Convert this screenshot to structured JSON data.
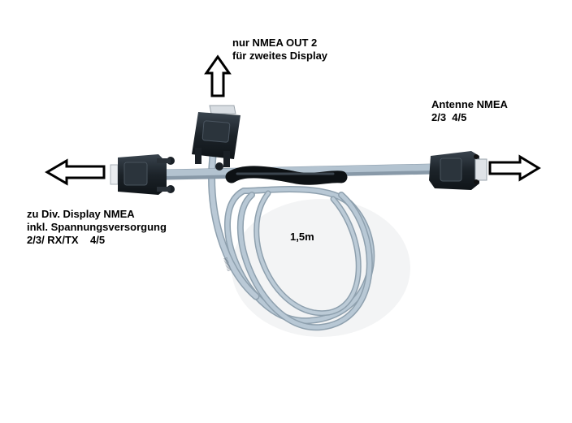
{
  "labels": {
    "top": {
      "line1": "nur NMEA OUT 2",
      "line2": "für zweites Display"
    },
    "right": {
      "line1": "Antenne NMEA",
      "line2": "2/3  4/5"
    },
    "left": {
      "line1": "zu Div. Display NMEA",
      "line2": "inkl. Spannungsversorgung",
      "line3": "2/3/ RX/TX    4/5"
    },
    "length": "1,5m"
  },
  "colors": {
    "background": "#ffffff",
    "cable": "#aebfcd",
    "cable_shade": "#8899a8",
    "connector": "#1e252c",
    "arrow": "#000000"
  },
  "icons": [
    "arrow-up-icon",
    "arrow-left-icon",
    "arrow-right-icon"
  ]
}
